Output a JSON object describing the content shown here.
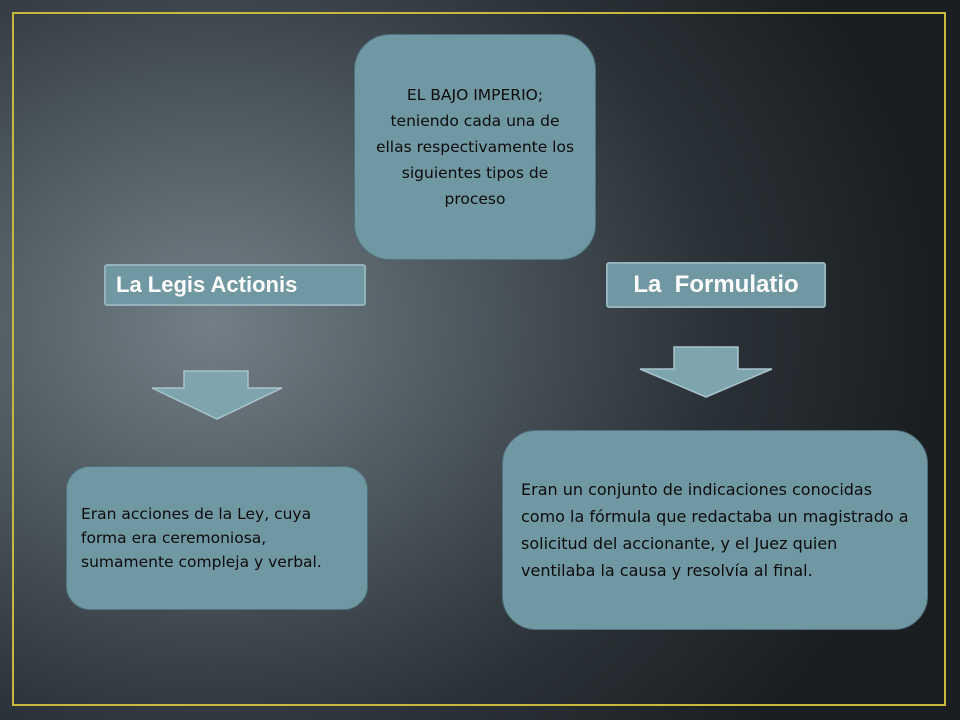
{
  "diagram": {
    "top_box": {
      "text": "EL BAJO IMPERIO; teniendo cada una de ellas respectivamente los siguientes tipos de proceso"
    },
    "left_branch": {
      "label": "La Legis Actionis",
      "description": "Eran acciones de la Ley, cuya forma era ceremoniosa, sumamente compleja y verbal."
    },
    "right_branch": {
      "label": "La  Formulatio",
      "description": "Eran un conjunto de indicaciones conocidas como la fórmula que redactaba un magistrado a solicitud del accionante, y el Juez quien ventilaba la causa y resolvía al final."
    }
  },
  "colors": {
    "box_fill": "#7098a3",
    "frame": "#c9b93a",
    "arrow_fill": "#7ea4ae"
  }
}
